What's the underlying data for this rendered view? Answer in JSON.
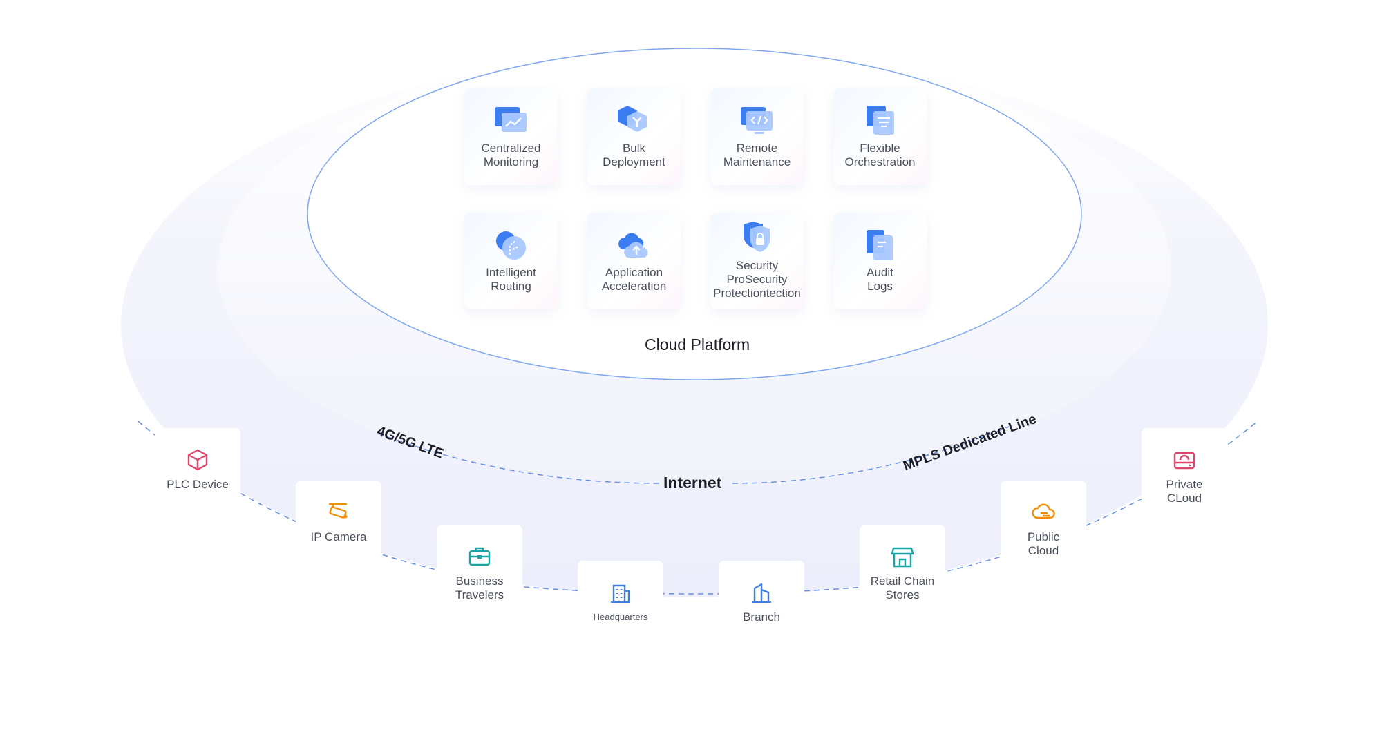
{
  "colors": {
    "primary_blue": "#3b7cf0",
    "light_blue": "#a9c8ff",
    "red": "#e0456b",
    "orange": "#f0900a",
    "teal": "#1aa5a5",
    "blue_edge": "#3f7ee8"
  },
  "platform": {
    "title": "Cloud Platform",
    "features": [
      {
        "label": "Centralized\nMonitoring",
        "icon": "monitor-chart-icon"
      },
      {
        "label": "Bulk\nDeployment",
        "icon": "hexagon-branch-icon"
      },
      {
        "label": "Remote\nMaintenance",
        "icon": "monitor-code-icon"
      },
      {
        "label": "Flexible\nOrchestration",
        "icon": "stacked-list-icon"
      },
      {
        "label": "Intelligent\nRouting",
        "icon": "routing-icon"
      },
      {
        "label": "Application\nAcceleration",
        "icon": "cloud-upload-icon"
      },
      {
        "label": "Security\nProSecurity\nProtectiontection",
        "icon": "shield-lock-icon"
      },
      {
        "label": "Audit\nLogs",
        "icon": "document-icon"
      }
    ]
  },
  "network": {
    "internet": "Internet",
    "left_link": "4G/5G LTE",
    "right_link": "MPLS Dedicated Line"
  },
  "endpoints": [
    {
      "label": "PLC Device",
      "icon": "cube-icon",
      "color": "red"
    },
    {
      "label": "IP Camera",
      "icon": "camera-icon",
      "color": "orange"
    },
    {
      "label": "Business\nTravelers",
      "icon": "briefcase-icon",
      "color": "teal"
    },
    {
      "label": "Headquarters",
      "icon": "building-icon",
      "color": "blue_edge",
      "small": true
    },
    {
      "label": "Branch",
      "icon": "branch-building-icon",
      "color": "blue_edge"
    },
    {
      "label": "Retail Chain\nStores",
      "icon": "store-icon",
      "color": "teal"
    },
    {
      "label": "Public\nCloud",
      "icon": "cloud-icon",
      "color": "orange"
    },
    {
      "label": "Private\nCLoud",
      "icon": "server-drive-icon",
      "color": "red"
    }
  ]
}
